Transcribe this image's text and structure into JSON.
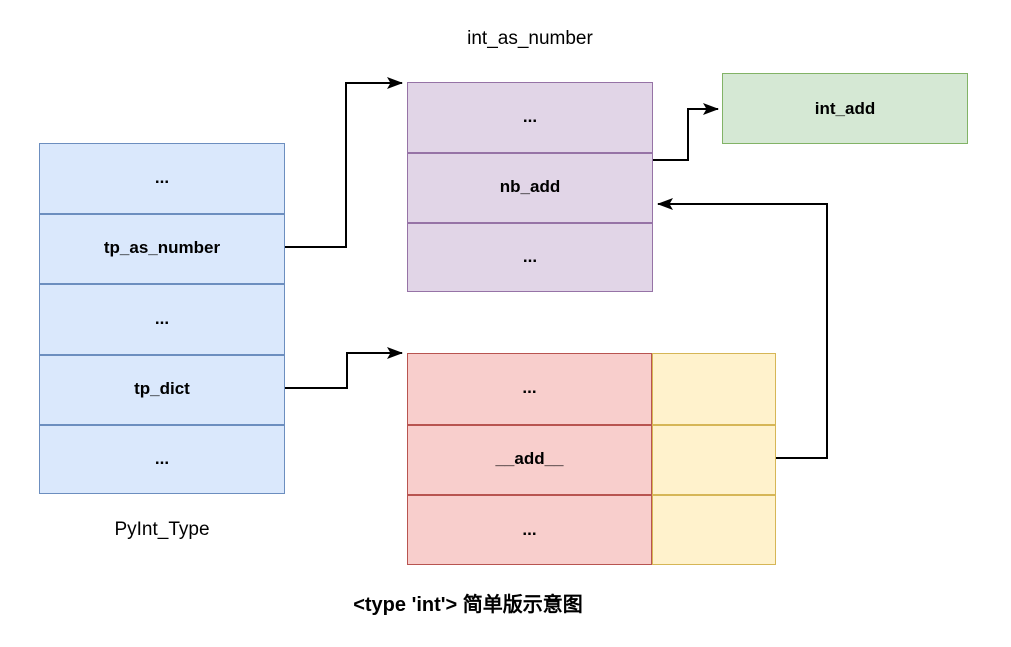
{
  "diagram": {
    "title": "<type 'int'> 简单版示意图",
    "pyint_type": {
      "caption": "PyInt_Type",
      "rows": [
        "...",
        "tp_as_number",
        "...",
        "tp_dict",
        "..."
      ]
    },
    "int_as_number": {
      "caption": "int_as_number",
      "rows": [
        "...",
        "nb_add",
        "..."
      ]
    },
    "int_add": {
      "label": "int_add"
    },
    "dict": {
      "key_rows": [
        "...",
        "__add__",
        "..."
      ],
      "value_rows": [
        "",
        "",
        ""
      ]
    },
    "edges": [
      {
        "name": "tp_as_number-to-int_as_number",
        "from": "tp_as_number",
        "to": "int_as_number"
      },
      {
        "name": "tp_dict-to-dict",
        "from": "tp_dict",
        "to": "dict"
      },
      {
        "name": "nb_add-to-int_add",
        "from": "nb_add",
        "to": "int_add"
      },
      {
        "name": "dict-value-to-nb_add",
        "from": "__add__ value cell",
        "to": "nb_add"
      }
    ],
    "colors": {
      "pyint_fill": "#dae8fc",
      "pyint_border": "#6c8ebf",
      "number_fill": "#e1d5e7",
      "number_border": "#9673a6",
      "int_add_fill": "#d5e8d4",
      "int_add_border": "#82b366",
      "dict_key_fill": "#f8cecc",
      "dict_key_border": "#b85450",
      "dict_value_fill": "#fff2cc",
      "dict_value_border": "#d6b656",
      "arrow": "#000000",
      "text": "#000000"
    }
  }
}
